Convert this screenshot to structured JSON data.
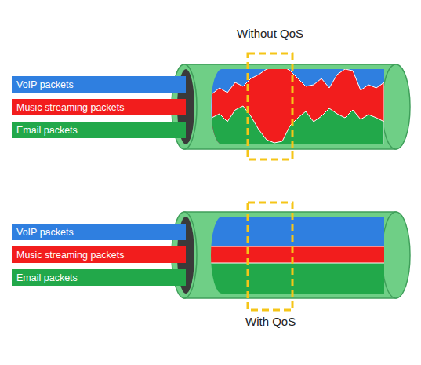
{
  "diagram": {
    "nodes": [
      {
        "text": [
          "VoIP packets"
        ]
      },
      {
        "text": [
          "Music streaming packets"
        ]
      },
      {
        "text": [
          "Email packets"
        ]
      },
      {
        "text": [
          "VoIP packets"
        ]
      },
      {
        "text": [
          "Music streaming packets"
        ]
      },
      {
        "text": [
          "Email packets"
        ]
      }
    ],
    "labels": [
      "Without QoS",
      "With QoS"
    ]
  }
}
